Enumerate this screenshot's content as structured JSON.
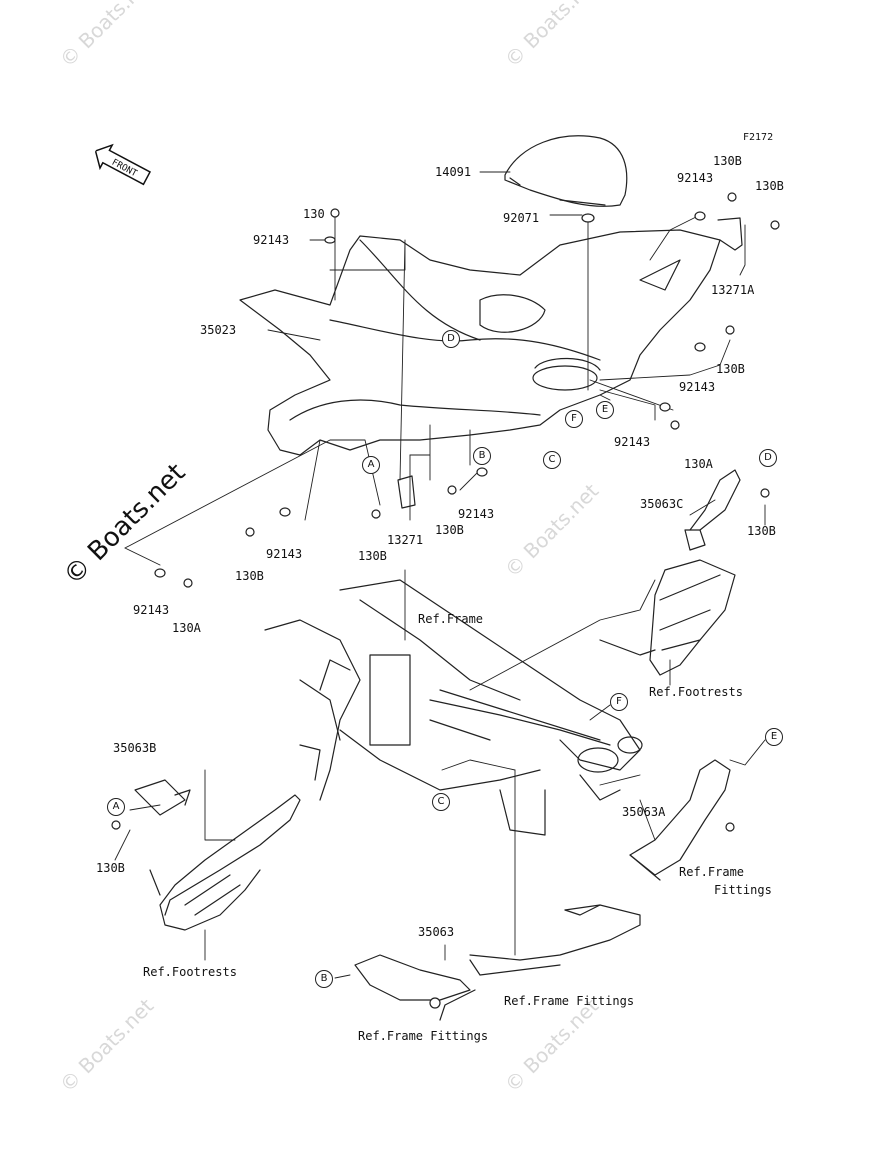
{
  "figure_code": "F2172",
  "front_label": "FRONT",
  "watermark": "© Boats.net",
  "parts": {
    "p14091": "14091",
    "p130": "130",
    "p92143_a": "92143",
    "p92071": "92071",
    "p92143_b": "92143",
    "p130b_a": "130B",
    "p130b_b": "130B",
    "p13271a": "13271A",
    "p35023": "35023",
    "p130b_c": "130B",
    "p92143_c": "92143",
    "p92143_d": "92143",
    "p130a_a": "130A",
    "p35063c": "35063C",
    "p130b_d": "130B",
    "p92143_e": "92143",
    "p130b_e": "130B",
    "p13271": "13271",
    "p130b_f": "130B",
    "p92143_f": "92143",
    "p130b_g": "130B",
    "p92143_g": "92143",
    "p130a_b": "130A",
    "p35063b": "35063B",
    "p130b_h": "130B",
    "p35063a": "35063A",
    "p35063": "35063"
  },
  "refs": {
    "frame": "Ref.Frame",
    "footrests_right": "Ref.Footrests",
    "footrests_left": "Ref.Footrests",
    "frame_fittings_1": "Ref.Frame",
    "frame_fittings_1b": "Fittings",
    "frame_fittings_2": "Ref.Frame Fittings",
    "frame_fittings_3": "Ref.Frame Fittings"
  },
  "callouts": {
    "A1": "A",
    "A2": "A",
    "B1": "B",
    "B2": "B",
    "C1": "C",
    "C2": "C",
    "D1": "D",
    "D2": "D",
    "E1": "E",
    "E2": "E",
    "F1": "F",
    "F2": "F"
  }
}
